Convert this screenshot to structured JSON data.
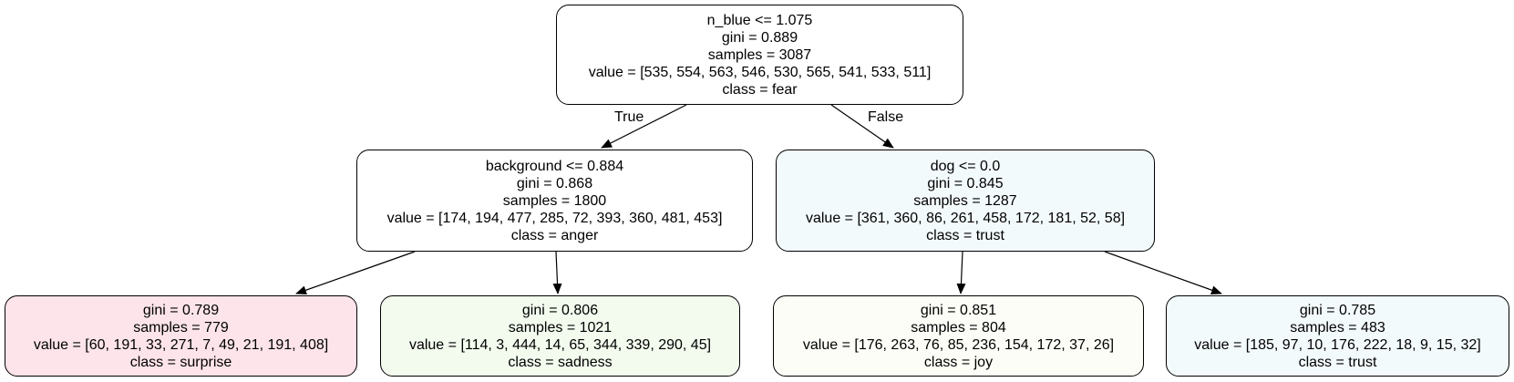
{
  "colors": {
    "root": "#ffffff",
    "anger": "#ffffff",
    "trust": "#f3fafc",
    "surprise": "#fce4ea",
    "sadness": "#f2fbee",
    "joy": "#fdfdf7",
    "edge": "#000000"
  },
  "edges": {
    "true_label": "True",
    "false_label": "False"
  },
  "nodes": {
    "root": {
      "split": "n_blue <= 1.075",
      "gini": "gini = 0.889",
      "samples": "samples = 3087",
      "value": "value = [535, 554, 563, 546, 530, 565, 541, 533, 511]",
      "class": "class = fear"
    },
    "left": {
      "split": "background <= 0.884",
      "gini": "gini = 0.868",
      "samples": "samples = 1800",
      "value": "value = [174, 194, 477, 285, 72, 393, 360, 481, 453]",
      "class": "class = anger"
    },
    "right": {
      "split": "dog <= 0.0",
      "gini": "gini = 0.845",
      "samples": "samples = 1287",
      "value": "value = [361, 360, 86, 261, 458, 172, 181, 52, 58]",
      "class": "class = trust"
    },
    "leaf_ll": {
      "gini": "gini = 0.789",
      "samples": "samples = 779",
      "value": "value = [60, 191, 33, 271, 7, 49, 21, 191, 408]",
      "class": "class = surprise"
    },
    "leaf_lr": {
      "gini": "gini = 0.806",
      "samples": "samples = 1021",
      "value": "value = [114, 3, 444, 14, 65, 344, 339, 290, 45]",
      "class": "class = sadness"
    },
    "leaf_rl": {
      "gini": "gini = 0.851",
      "samples": "samples = 804",
      "value": "value = [176, 263, 76, 85, 236, 154, 172, 37, 26]",
      "class": "class = joy"
    },
    "leaf_rr": {
      "gini": "gini = 0.785",
      "samples": "samples = 483",
      "value": "value = [185, 97, 10, 176, 222, 18, 9, 15, 32]",
      "class": "class = trust"
    }
  }
}
